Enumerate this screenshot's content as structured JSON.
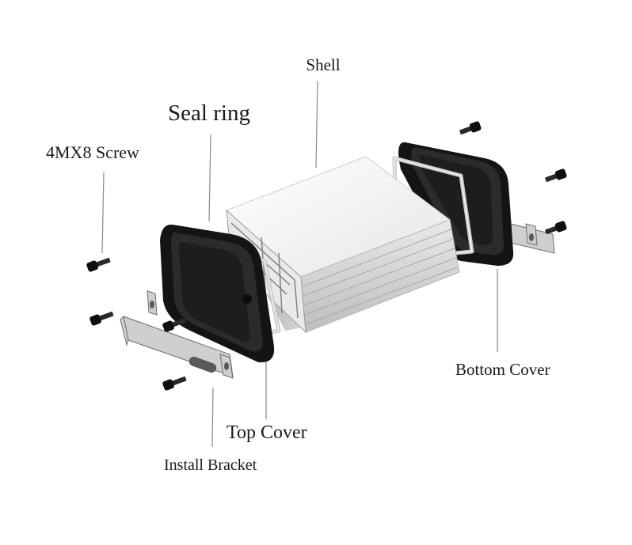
{
  "labels": {
    "shell": "Shell",
    "seal_ring": "Seal ring",
    "screw": "4MX8 Screw",
    "bottom_cover": "Bottom Cover",
    "top_cover": "Top Cover",
    "install_bracket": "Install Bracket"
  },
  "colors": {
    "cover": "#141414",
    "shell_top": "#f4f4f4",
    "shell_side": "#d9d9d9",
    "seal": "#c9c9c9",
    "bracket": "#cfcfcf",
    "leader": "#8a8a8a"
  }
}
